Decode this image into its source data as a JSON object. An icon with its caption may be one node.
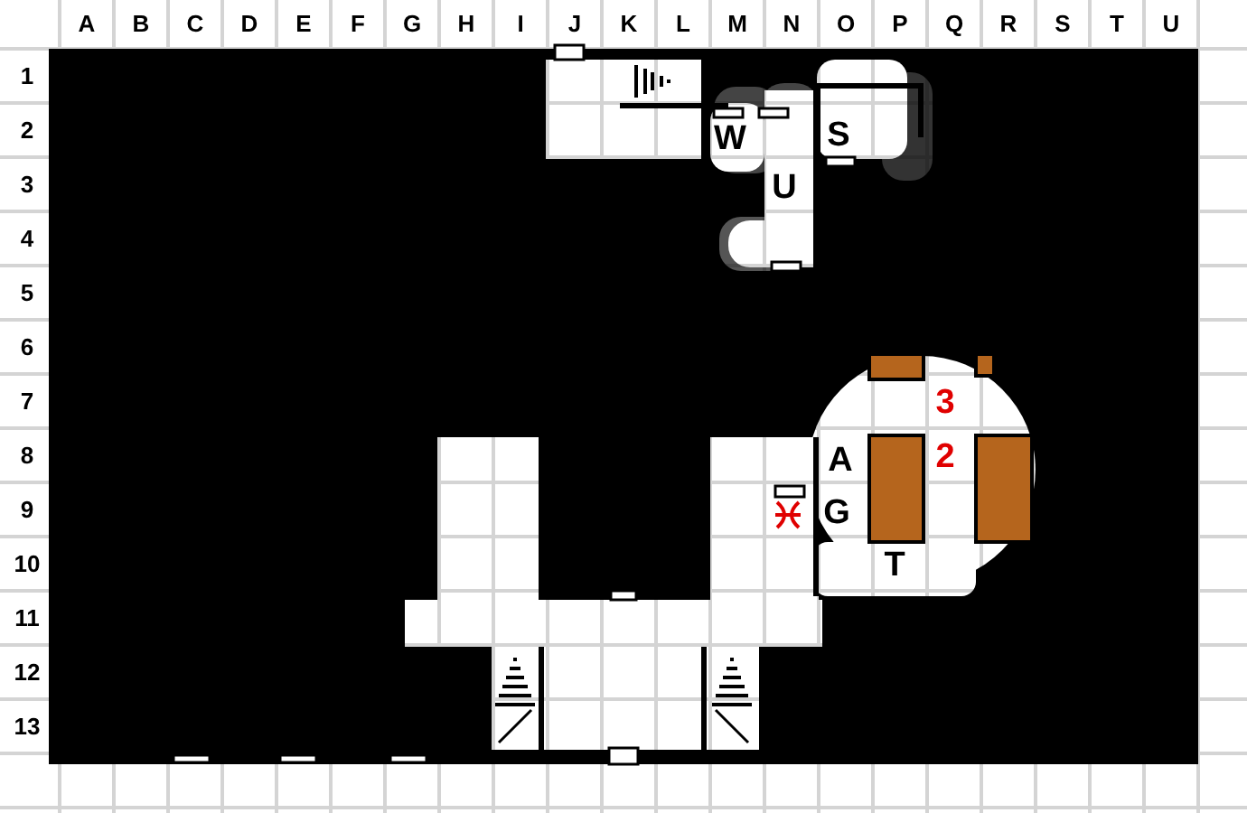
{
  "diagram": {
    "labels": [
      "A",
      "B",
      "C",
      "D",
      "E",
      "F",
      "G",
      "H",
      "I",
      "J",
      "K",
      "L",
      "M",
      "N",
      "O",
      "P",
      "Q",
      "R",
      "S",
      "T",
      "U",
      "1",
      "2",
      "W",
      "S",
      "3",
      "U",
      "4",
      "5",
      "6",
      "7",
      "3",
      "8",
      "A",
      "2",
      "9",
      "G",
      "10",
      "T",
      "11",
      "12",
      "13"
    ]
  }
}
